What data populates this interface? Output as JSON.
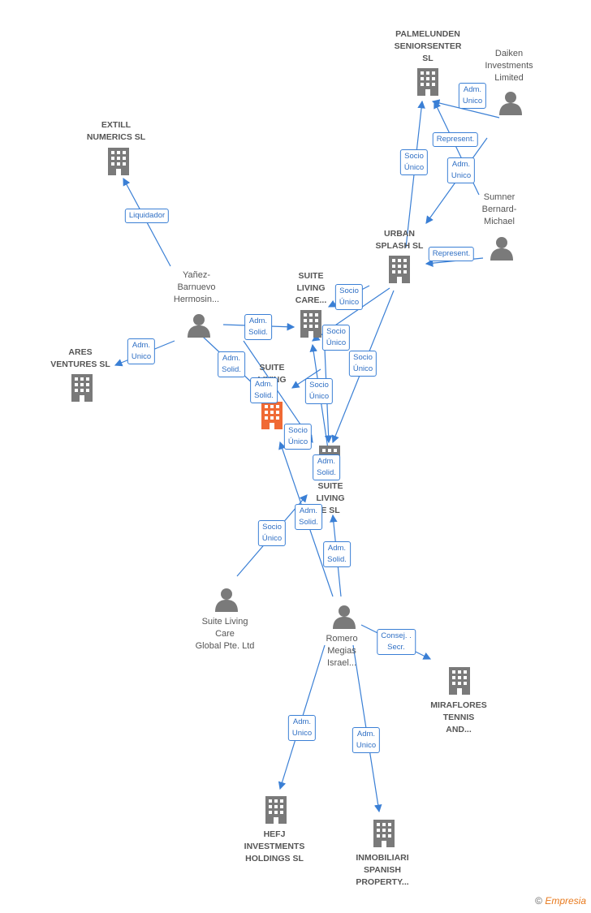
{
  "colors": {
    "edge": "#3a7fd5",
    "node": "#7a7a7a",
    "focus": "#f06a35"
  },
  "nodes": [
    {
      "id": "palmelunden",
      "kind": "company",
      "label": "PALMELUNDEN\nSENIORSENTER\nSL"
    },
    {
      "id": "daiken",
      "kind": "person",
      "label": "Daiken\nInvestments\nLimited"
    },
    {
      "id": "extill",
      "kind": "company",
      "label": "EXTILL\nNUMERICS SL"
    },
    {
      "id": "sumner",
      "kind": "person",
      "label": "Sumner\nBernard-\nMichael"
    },
    {
      "id": "urban",
      "kind": "company",
      "label": "URBAN\nSPLASH SL"
    },
    {
      "id": "yanez",
      "kind": "person",
      "label": "Yañez-\nBarnuevo\nHermosin..."
    },
    {
      "id": "suite_care",
      "kind": "company",
      "label": "SUITE\nLIVING\nCARE..."
    },
    {
      "id": "ares",
      "kind": "company",
      "label": "ARES\nVENTURES SL"
    },
    {
      "id": "suite_focus",
      "kind": "focus",
      "label": "SUITE\nLIVING\n..."
    },
    {
      "id": "suite_sl",
      "kind": "company",
      "label": "SUITE\nLIVING\nE SL"
    },
    {
      "id": "global",
      "kind": "person",
      "label": "Suite Living\nCare\nGlobal Pte. Ltd"
    },
    {
      "id": "romero",
      "kind": "person",
      "label": "Romero\nMegias\nIsrael..."
    },
    {
      "id": "miraflores",
      "kind": "company",
      "label": "MIRAFLORES\nTENNIS\nAND..."
    },
    {
      "id": "hefj",
      "kind": "company",
      "label": "HEFJ\nINVESTMENTS\nHOLDINGS SL"
    },
    {
      "id": "inmobiliari",
      "kind": "company",
      "label": "INMOBILIARI\nSPANISH\nPROPERTY..."
    }
  ],
  "edges": [
    {
      "label": "Adm.\nUnico"
    },
    {
      "label": "Represent."
    },
    {
      "label": "Socio\nÚnico"
    },
    {
      "label": "Adm.\nUnico"
    },
    {
      "label": "Liquidador"
    },
    {
      "label": "Represent."
    },
    {
      "label": "Adm.\nUnico"
    },
    {
      "label": "Adm.\nSolid."
    },
    {
      "label": "Socio\nÚnico"
    },
    {
      "label": "Socio\nÚnico"
    },
    {
      "label": "Socio\nÚnico"
    },
    {
      "label": "Adm.\nSolid."
    },
    {
      "label": "Adm.\nSolid."
    },
    {
      "label": "Socio\nÚnico"
    },
    {
      "label": "Socio\nÚnico"
    },
    {
      "label": "Adm.\nSolid."
    },
    {
      "label": "Socio\nÚnico"
    },
    {
      "label": "Adm.\nSolid."
    },
    {
      "label": "Adm.\nSolid."
    },
    {
      "label": "Consej. .\nSecr."
    },
    {
      "label": "Adm.\nUnico"
    },
    {
      "label": "Adm.\nUnico"
    }
  ],
  "copyright": {
    "symbol": "©",
    "brand": "Empresia"
  }
}
